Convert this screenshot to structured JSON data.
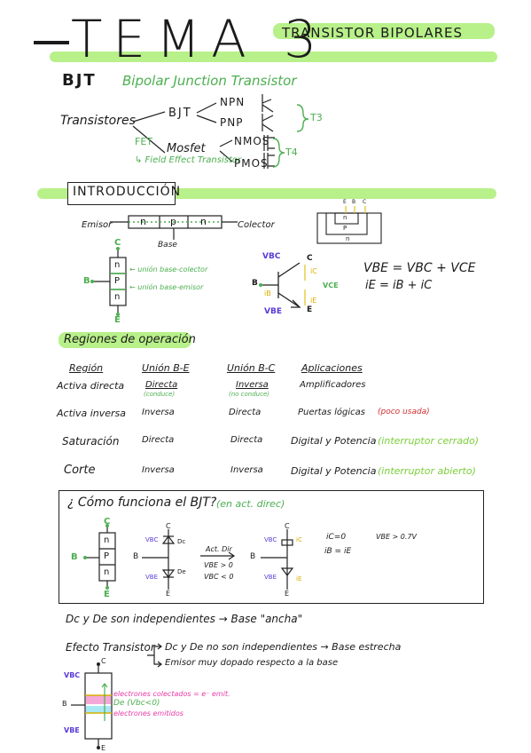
{
  "header": {
    "title": "TEMA 3",
    "subtitle": "TRANSISTOR BIPOLARES",
    "bjt": "BJT",
    "bjt_full": "Bipolar Junction Transistor"
  },
  "tree": {
    "root": "Transistores",
    "bjt": "BJT",
    "npn": "NPN",
    "pnp": "PNP",
    "fet": "FET",
    "fet_full": "↳ Field Effect Transistor",
    "mosfet": "Mosfet",
    "nmos": "NMOS",
    "pmos": "PMOS",
    "t3": "T3",
    "t4": "T4"
  },
  "intro": {
    "title": "INTRODUCCIÓN",
    "emisor": "Emisor",
    "colector": "Colector",
    "base": "Base",
    "cells": [
      "n",
      "p",
      "n"
    ],
    "e": "E",
    "b": "B",
    "c": "C",
    "bc_junction": "← unión base-colector",
    "be_junction": "← unión base-emisor",
    "eq1": "VBE = VBC + VCE",
    "eq2": "iE = iB + iC",
    "vbc": "VBC",
    "vbe": "VBE",
    "vce": "VCE",
    "ic": "iC",
    "ib": "iB",
    "ie": "iE",
    "cross_labels": [
      "E",
      "B",
      "C"
    ],
    "cross_cells": [
      "n",
      "P",
      "n"
    ]
  },
  "regions": {
    "title": "Regiones de operación",
    "headers": [
      "Región",
      "Unión B-E",
      "Unión B-C",
      "Aplicaciones"
    ],
    "rows": [
      {
        "region": "Activa directa",
        "be": "Directa",
        "be_note": "(conduce)",
        "bc": "Inversa",
        "bc_note": "(no conduce)",
        "app": "Amplificadores",
        "note": ""
      },
      {
        "region": "Activa inversa",
        "be": "Inversa",
        "be_note": "",
        "bc": "Directa",
        "bc_note": "",
        "app": "Puertas lógicas",
        "note": "(poco usada)"
      },
      {
        "region": "Saturación",
        "be": "Directa",
        "be_note": "",
        "bc": "Directa",
        "bc_note": "",
        "app": "Digital y Potencia",
        "note": "(interruptor cerrado)"
      },
      {
        "region": "Corte",
        "be": "Inversa",
        "be_note": "",
        "bc": "Inversa",
        "bc_note": "",
        "app": "Digital y Potencia",
        "note": "(interruptor abierto)"
      }
    ]
  },
  "how": {
    "title": "¿ Cómo funciona el BJT?",
    "note": "(en act. direc)",
    "act_dir": "Act. Dir",
    "cond1": "VBE > 0",
    "cond2": "VBC < 0",
    "ic0": "iC=0",
    "ib_ie": "iB = iE",
    "vbe_val": "VBE > 0.7V",
    "dc": "Dc",
    "de": "De"
  },
  "bottom": {
    "line1": "Dc y De son independientes → Base \"ancha\"",
    "efecto": "Efecto Transistor",
    "b1": "Dc y De no son independientes → Base estrecha",
    "b2": "Emisor muy dopado respecto a la base",
    "e_col": "electrones colectados = e⁻ emit.",
    "de_vbc": "De (Vbc<0)",
    "e_emit": "electrones emitidos"
  }
}
